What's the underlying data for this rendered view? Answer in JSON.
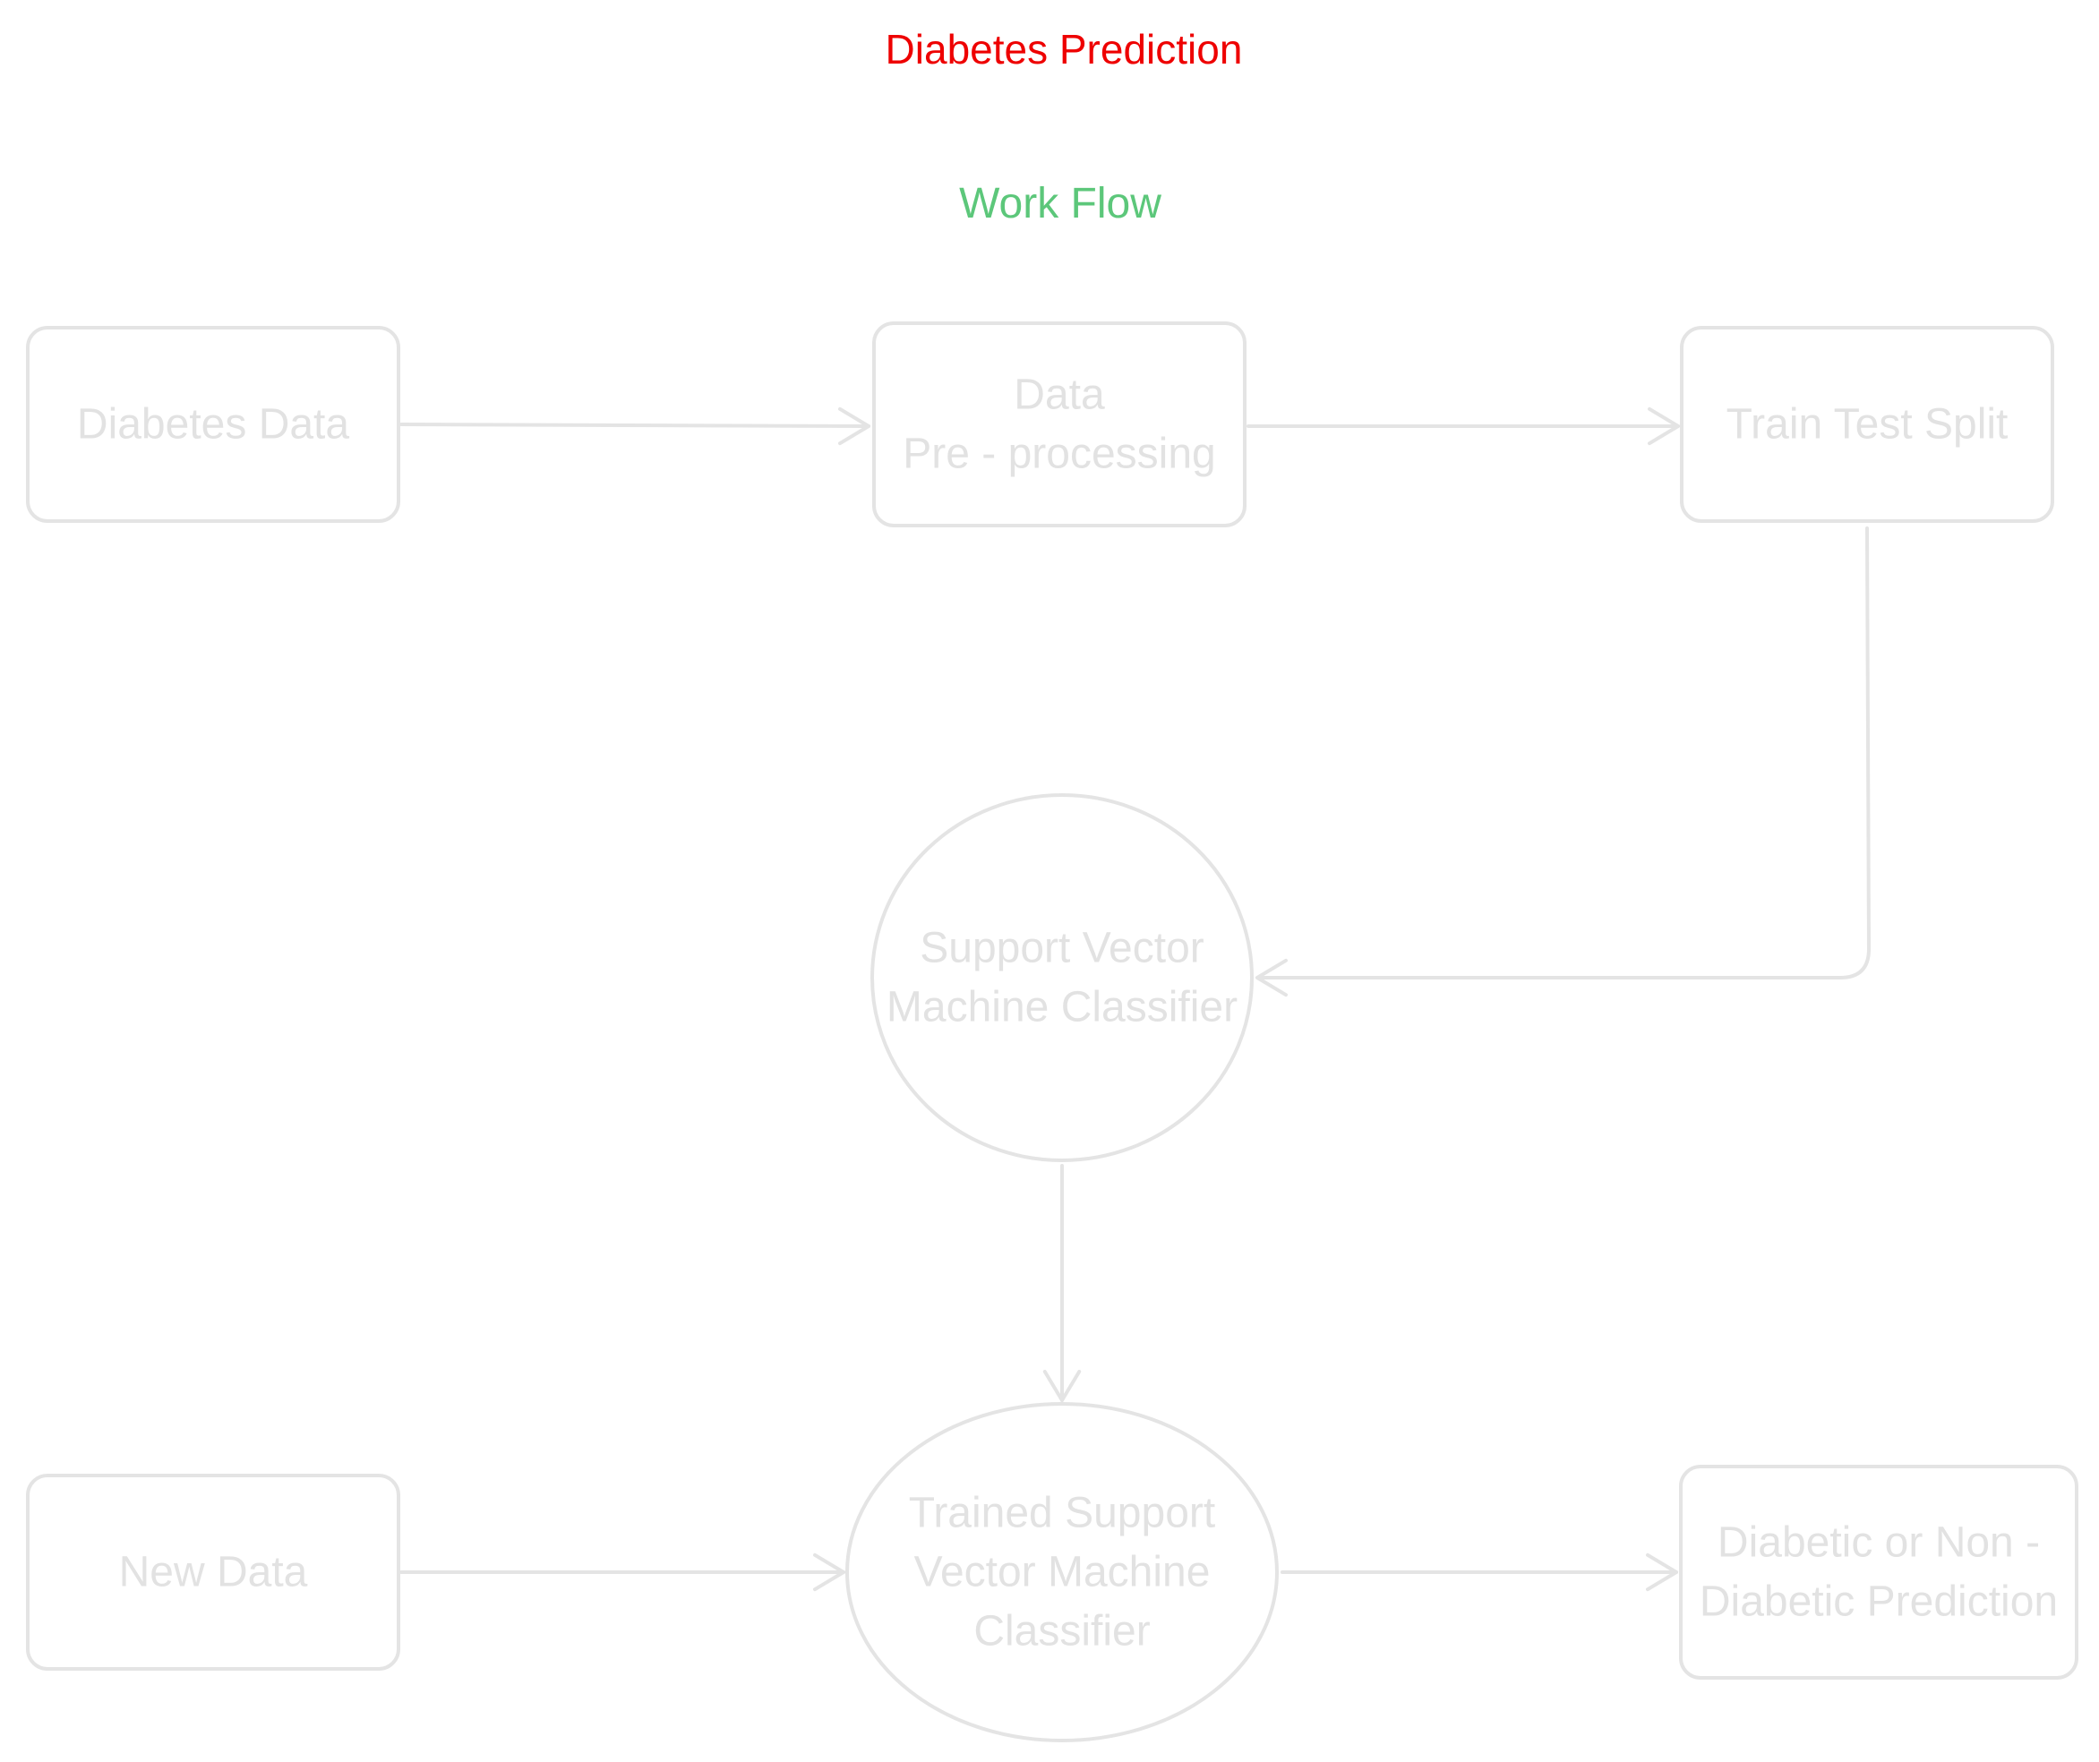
{
  "title": "Diabetes Prediction",
  "subtitle": "Work Flow",
  "colors": {
    "title": "#ee0000",
    "subtitle": "#5cc77a",
    "stroke": "#e4e4e4",
    "text": "#e2e2e2"
  },
  "nodes": [
    {
      "id": "diabetes-data",
      "shape": "rect",
      "lines": [
        "Diabetes Data"
      ]
    },
    {
      "id": "pre-processing",
      "shape": "rect",
      "lines": [
        "Data",
        "Pre - processing"
      ]
    },
    {
      "id": "train-test-split",
      "shape": "rect",
      "lines": [
        "Train Test Split"
      ]
    },
    {
      "id": "svm-classifier",
      "shape": "ellipse",
      "lines": [
        "Support Vector",
        "Machine Classifier"
      ]
    },
    {
      "id": "new-data",
      "shape": "rect",
      "lines": [
        "New Data"
      ]
    },
    {
      "id": "trained-svm",
      "shape": "ellipse",
      "lines": [
        "Trained Support",
        "Vector Machine",
        "Classifier"
      ]
    },
    {
      "id": "prediction",
      "shape": "rect",
      "lines": [
        "Diabetic or Non -",
        "Diabetic Prediction"
      ]
    }
  ],
  "edges": [
    {
      "from": "diabetes-data",
      "to": "pre-processing"
    },
    {
      "from": "pre-processing",
      "to": "train-test-split"
    },
    {
      "from": "train-test-split",
      "to": "svm-classifier"
    },
    {
      "from": "svm-classifier",
      "to": "trained-svm"
    },
    {
      "from": "new-data",
      "to": "trained-svm"
    },
    {
      "from": "trained-svm",
      "to": "prediction"
    }
  ]
}
